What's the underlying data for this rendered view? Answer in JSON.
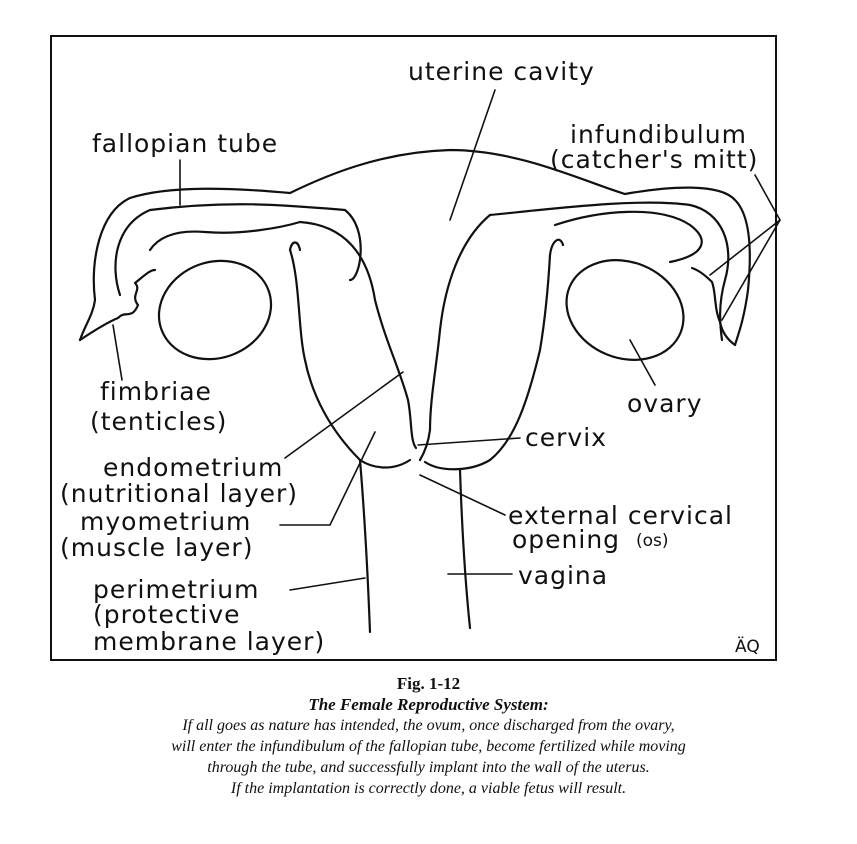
{
  "labels": {
    "uterine_cavity": "uterine cavity",
    "fallopian_tube": "fallopian tube",
    "infundibulum": "infundibulum",
    "infundibulum_note": "(catcher's mitt)",
    "fimbriae": "fimbriae",
    "fimbriae_note": "(tenticles)",
    "ovary": "ovary",
    "cervix": "cervix",
    "endometrium": "endometrium",
    "endometrium_note": "(nutritional layer)",
    "myometrium": "myometrium",
    "myometrium_note": "(muscle layer)",
    "external_cervical": "external cervical",
    "external_cervical_2": "opening",
    "os_note": "(os)",
    "perimetrium": "perimetrium",
    "perimetrium_note_1": "(protective",
    "perimetrium_note_2": "membrane layer)",
    "vagina": "vagina",
    "initials": "ÄQ"
  },
  "caption": {
    "fig_number": "Fig. 1-12",
    "title": "The Female Reproductive System:",
    "lines": [
      "If all goes as nature has intended, the ovum, once discharged from the ovary,",
      "will enter the infundibulum of the fallopian tube, become fertilized while moving",
      "through the tube, and successfully implant into the wall of the uterus.",
      "If the implantation is correctly done, a viable fetus will result."
    ]
  }
}
